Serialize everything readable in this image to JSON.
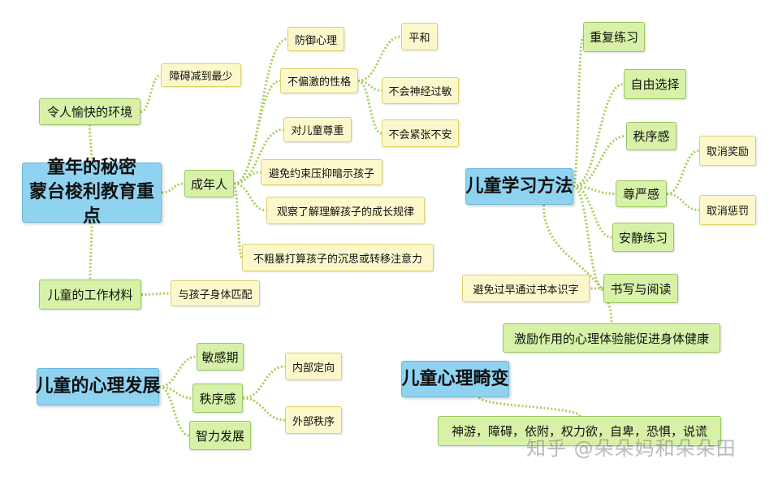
{
  "nodes": {
    "root_secret": "童年的秘密\n蒙台梭利教育重点",
    "pleasant_env": "令人愉快的环境",
    "min_obstacles": "障碍减到最少",
    "adult": "成年人",
    "defense": "防御心理",
    "temperament": "不偏激的性格",
    "calm": "平和",
    "not_nervous": "不会神经过敏",
    "not_anxious": "不会紧张不安",
    "respect": "对儿童尊重",
    "avoid_constraint": "避免约束压抑暗示孩子",
    "observe": "观察了解理解孩子的成长规律",
    "no_distract": "不粗暴打算孩子的沉思或转移注意力",
    "work_material": "儿童的工作材料",
    "match_body": "与孩子身体匹配",
    "root_learning": "儿童学习方法",
    "repeat": "重复练习",
    "free_choice": "自由选择",
    "order_l": "秩序感",
    "dignity": "尊严感",
    "no_reward": "取消奖励",
    "no_punish": "取消惩罚",
    "quiet": "安静练习",
    "writing": "书写与阅读",
    "avoid_early": "避免过早通过书本识字",
    "motivation": "激励作用的心理体验能促进身体健康",
    "root_psych": "儿童的心理发展",
    "sensitive": "敏感期",
    "order_p": "秩序感",
    "internal": "内部定向",
    "external": "外部秩序",
    "intellect": "智力发展",
    "root_abnormal": "儿童心理畸变",
    "abnormal_list": "神游，障碍，依附，权力欲，自卑，恐惧，说谎"
  },
  "watermark": "知乎 @朵朵妈和朵朵田",
  "colors": {
    "root_fill": "#8fd3f0",
    "green_fill": "#d7f2a8",
    "yellow_fill": "#fcf8cc",
    "link_color": "#a9cd5b"
  }
}
